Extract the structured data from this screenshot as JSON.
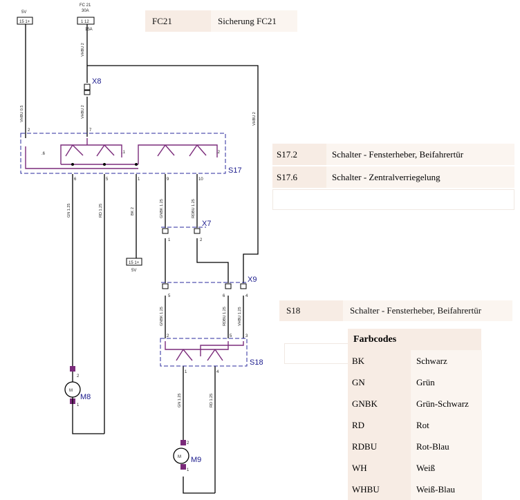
{
  "fuse": {
    "code": "FC21",
    "desc": "Sicherung FC21",
    "label": "FC 21",
    "rating": "30A",
    "terminal": "1 12",
    "amp": "15A"
  },
  "terminals": {
    "t1": "15 1+",
    "t1_sub": "5V",
    "t2": "15 1+",
    "t2_sub": "5V"
  },
  "connectors": {
    "x8": "X8",
    "x7": "X7",
    "x9": "X9"
  },
  "components": {
    "s17": "S17",
    "s18": "S18",
    "m8": "M8",
    "m9": "M9",
    "motor": "M"
  },
  "pins": {
    "s17_1": ".1",
    "s17_2": ".2",
    "s17_6": ".6"
  },
  "wires": {
    "w_vhbu2_top": "VHBU 2",
    "w_vhbu2_mid": "VHBU 2",
    "w_vhbu05": "VHBU 0.5",
    "w_vhbu2_right": "VHBU 2",
    "w_gn125_left": "GN 1.25",
    "w_rd125_left": "RD 1.25",
    "w_bk2": "BK 2",
    "w_gnbk_a": "GNBK 1.25",
    "w_rdbu_a": "RDBU 1.25",
    "w_gnbk_b": "GNBK 1.25",
    "w_rdbu_b": "RDBU 1.25",
    "w_vhbu_b": "VHBU 1.25",
    "w_gn125_low": "GN 1.25",
    "w_rd125_low": "RD 1.25"
  },
  "s17_table": [
    {
      "code": "S17.2",
      "desc": "Schalter - Fensterheber, Beifahrertür"
    },
    {
      "code": "S17.6",
      "desc": "Schalter - Zentralverriegelung"
    }
  ],
  "s18_table": {
    "code": "S18",
    "desc": "Schalter - Fensterheber, Beifahrertür"
  },
  "farbcodes": {
    "title": "Farbcodes",
    "rows": [
      {
        "code": "BK",
        "name": "Schwarz"
      },
      {
        "code": "GN",
        "name": "Grün"
      },
      {
        "code": "GNBK",
        "name": "Grün-Schwarz"
      },
      {
        "code": "RD",
        "name": "Rot"
      },
      {
        "code": "RDBU",
        "name": "Rot-Blau"
      },
      {
        "code": "WH",
        "name": "Weiß"
      },
      {
        "code": "WHBU",
        "name": "Weiß-Blau"
      }
    ]
  }
}
